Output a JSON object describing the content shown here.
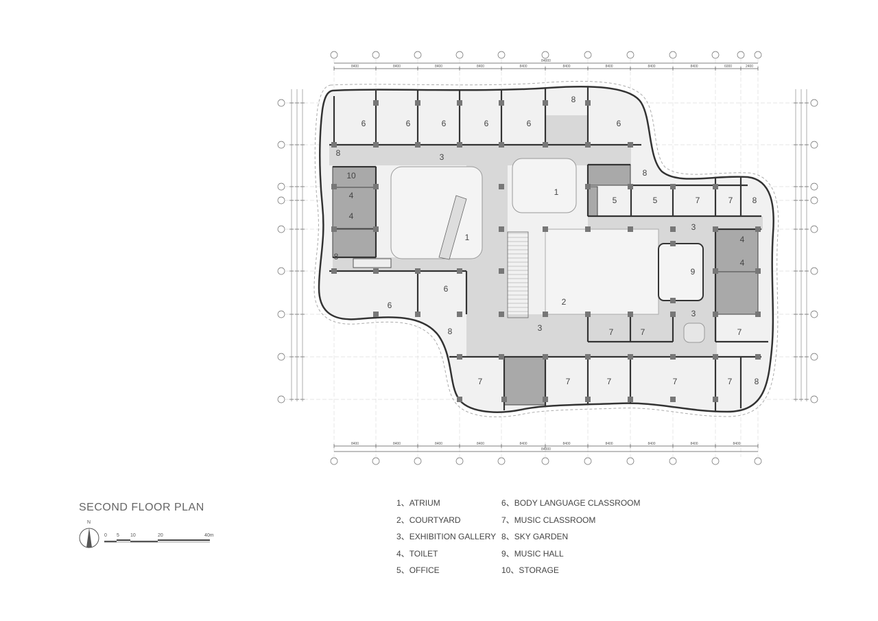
{
  "plan": {
    "title": "SECOND FLOOR PLAN",
    "north_label": "N",
    "scale_labels": [
      "0",
      "5",
      "10",
      "20",
      "40m"
    ],
    "room_labels": [
      "6",
      "6",
      "6",
      "6",
      "6",
      "8",
      "6",
      "3",
      "8",
      "10",
      "4",
      "4",
      "1",
      "1",
      "8",
      "8",
      "5",
      "5",
      "7",
      "7",
      "8",
      "3",
      "4",
      "4",
      "9",
      "2",
      "6",
      "6",
      "8",
      "3",
      "7",
      "7",
      "3",
      "7",
      "7",
      "7",
      "7",
      "7",
      "7",
      "8"
    ],
    "dimensions_top": [
      "8400",
      "8400",
      "8400",
      "8400",
      "8400",
      "8400",
      "8400",
      "8400",
      "8400",
      "6000",
      "2400"
    ],
    "dimension_top_total": "84000",
    "dimensions_bottom": [
      "8400",
      "8400",
      "8400",
      "8400",
      "8400",
      "8400",
      "8400",
      "8400",
      "8400",
      "8400"
    ],
    "dimension_bottom_total": "84000",
    "colors": {
      "corridor": "#d8d8d8",
      "room": "#f1f1f1",
      "service": "#a9a9a9",
      "wall": "#333333",
      "column": "#777777"
    }
  },
  "legend": [
    {
      "num": "1、",
      "label": "ATRIUM"
    },
    {
      "num": "2、",
      "label": "COURTYARD"
    },
    {
      "num": "3、",
      "label": "EXHIBITION GALLERY"
    },
    {
      "num": "4、",
      "label": "TOILET"
    },
    {
      "num": "5、",
      "label": "OFFICE"
    },
    {
      "num": "6、",
      "label": "BODY LANGUAGE CLASSROOM"
    },
    {
      "num": "7、",
      "label": "MUSIC CLASSROOM"
    },
    {
      "num": "8、",
      "label": "SKY GARDEN"
    },
    {
      "num": "9、",
      "label": "MUSIC HALL"
    },
    {
      "num": "10、",
      "label": "STORAGE"
    }
  ]
}
